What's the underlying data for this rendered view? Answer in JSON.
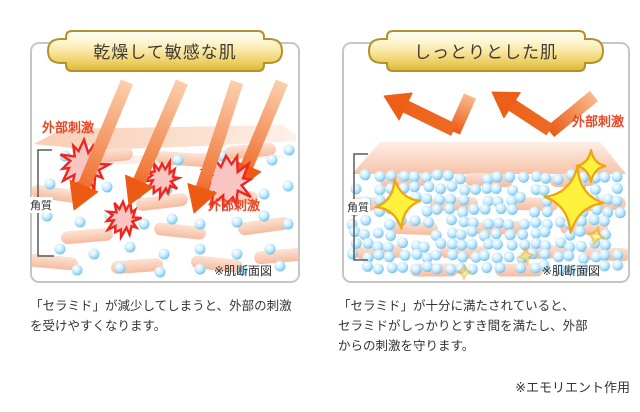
{
  "page": {
    "footnote": "※エモリエント作用"
  },
  "colors": {
    "label_red": "#e64a28",
    "panel_border": "#c6c6c6",
    "banner_border": "#b1922c",
    "banner_gold_light": "#fffef4",
    "banner_gold_dark": "#d9b53c",
    "title_text": "#3d3a30",
    "body_text": "#333333",
    "ceramide_blue": "#57aee3",
    "skin_bar_pink": "#f6bb9e",
    "skin_surface": "#f8c9ae",
    "arrow_orange": "#ed5a12",
    "arrow_light": "#fbcfae",
    "burst_fill": "#f8c5c2",
    "burst_stroke": "#f1251f",
    "sparkle_yellow": "#fff23c",
    "sparkle_edge": "#f2a40e",
    "bracket_gray": "#5a5a5a"
  },
  "panels": {
    "dry": {
      "title": "乾燥して敏感な肌",
      "labels": {
        "stimulus_top": "外部刺激",
        "stimulus_inner": "外部刺激",
        "stratum": "角質",
        "diagram_note": "※肌断面図"
      },
      "caption": "「セラミド」が減少してしまうと、外部の刺激\nを受けやすくなります。"
    },
    "moist": {
      "title": "しっとりとした肌",
      "labels": {
        "stimulus": "外部刺激",
        "stratum": "角質",
        "diagram_note": "※肌断面図"
      },
      "caption": "「セラミド」が十分に満たされていると、\nセラミドがしっかりとすき間を満たし、外部\nからの刺激を守ります。"
    }
  }
}
